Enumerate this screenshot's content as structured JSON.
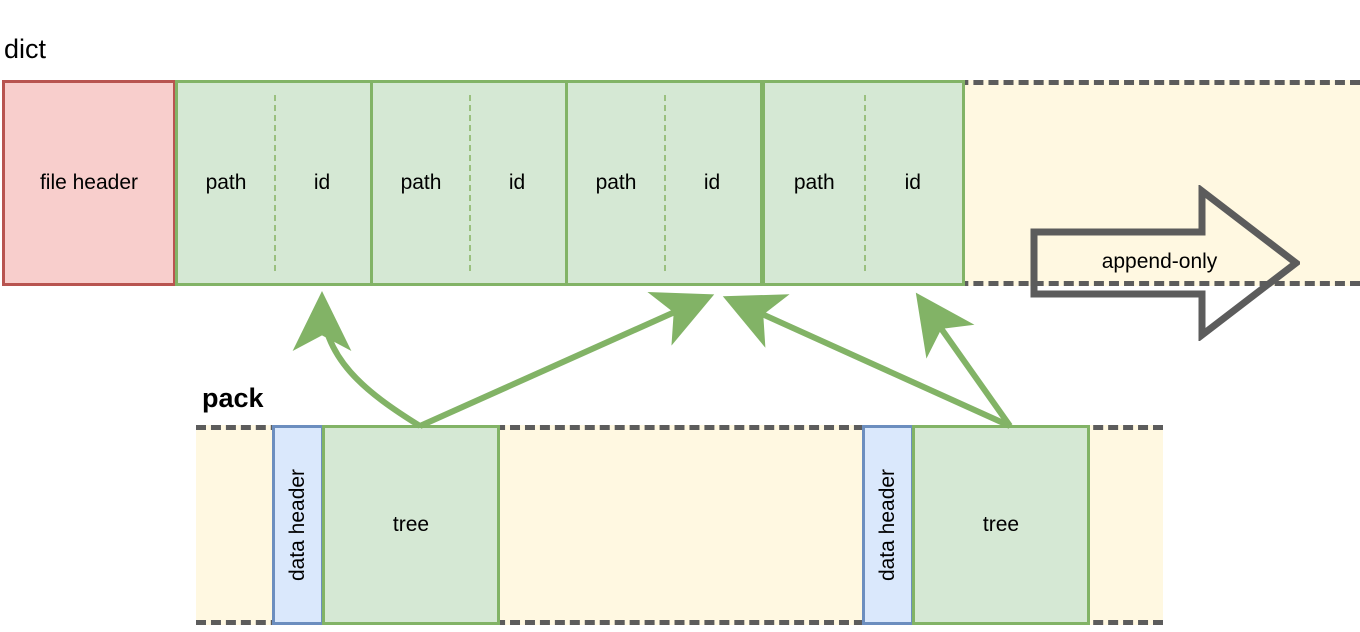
{
  "diagram": {
    "title_dict": "dict",
    "title_pack": "pack",
    "colors": {
      "green_fill": "#d5e8d4",
      "green_stroke": "#82b366",
      "red_fill": "#f8cecc",
      "red_stroke": "#b85450",
      "blue_fill": "#dae8fc",
      "blue_stroke": "#6c8ebf",
      "cream_fill": "#fff8e1",
      "dash_stroke": "#5c5c5c",
      "arrow_stroke": "#82b366",
      "text": "#000000"
    }
  },
  "dict": {
    "label": "dict",
    "file_header": {
      "label": "file header"
    },
    "entries": [
      {
        "path_label": "path",
        "id_label": "id"
      },
      {
        "path_label": "path",
        "id_label": "id"
      },
      {
        "path_label": "path",
        "id_label": "id"
      },
      {
        "path_label": "path",
        "id_label": "id"
      }
    ],
    "append_only": {
      "label": "append-only",
      "icon": "block-arrow-right-icon"
    }
  },
  "pack": {
    "label": "pack",
    "objects": [
      {
        "data_header_label": "data header",
        "body_label": "tree"
      },
      {
        "data_header_label": "data header",
        "body_label": "tree"
      }
    ]
  },
  "connectors": [
    {
      "from": "pack-object-1",
      "to": "dict-entry-1",
      "style": "curved-arrow"
    },
    {
      "from": "pack-object-1",
      "to": "dict-entry-3",
      "style": "straight-arrow"
    },
    {
      "from": "pack-object-2",
      "to": "dict-entry-3",
      "style": "straight-arrow"
    },
    {
      "from": "pack-object-2",
      "to": "dict-entry-4",
      "style": "straight-arrow"
    }
  ]
}
